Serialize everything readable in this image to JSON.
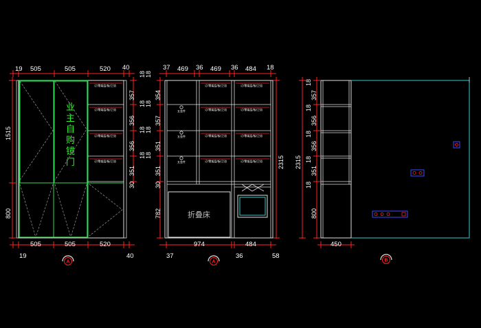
{
  "elevation_1": {
    "top_dims": [
      "19",
      "505",
      "505",
      "520",
      "40"
    ],
    "bottom_dims": [
      "505",
      "505",
      "520"
    ],
    "bottom_edge_dims": [
      "19",
      "40"
    ],
    "left_dims": [
      "1515",
      "800"
    ],
    "right_dims": [
      "18",
      "357",
      "18",
      "356",
      "18",
      "356",
      "18",
      "351",
      "30"
    ],
    "mirror_door_label": [
      "业",
      "主",
      "自",
      "购",
      "镜",
      "门"
    ],
    "shelf_label": "订/零架层/板/卫浴"
  },
  "elevation_2": {
    "top_dims": [
      "37",
      "469",
      "36",
      "469",
      "36",
      "484",
      "18"
    ],
    "bottom_dims": [
      "974",
      "484"
    ],
    "bottom_edge_dims": [
      "37",
      "36",
      "58"
    ],
    "left_dims": [
      "18",
      "354",
      "18",
      "357",
      "18",
      "351",
      "18",
      "351",
      "30",
      "782"
    ],
    "right_dims": [
      "2315"
    ],
    "bed_label": "折叠床",
    "shelf_label": "订/零架层/板/卫浴",
    "knob_label": "五金件"
  },
  "elevation_3": {
    "left_dims": [
      "2315"
    ],
    "inner_dims": [
      "18",
      "357",
      "18",
      "356",
      "18",
      "356",
      "18",
      "351",
      "18",
      "800"
    ],
    "bottom_dims": [
      "450"
    ]
  },
  "markers": [
    {
      "letter": "A"
    },
    {
      "letter": "A"
    },
    {
      "letter": "B"
    }
  ],
  "colors": {
    "background": "#000000",
    "outline": "#e0e0e0",
    "cabinet": "#33dd55",
    "cyan": "#33cccc",
    "dimension": "#ff2222",
    "text": "#ffffff",
    "mirror_label": "#33ee33",
    "socket": "#4444ff"
  }
}
